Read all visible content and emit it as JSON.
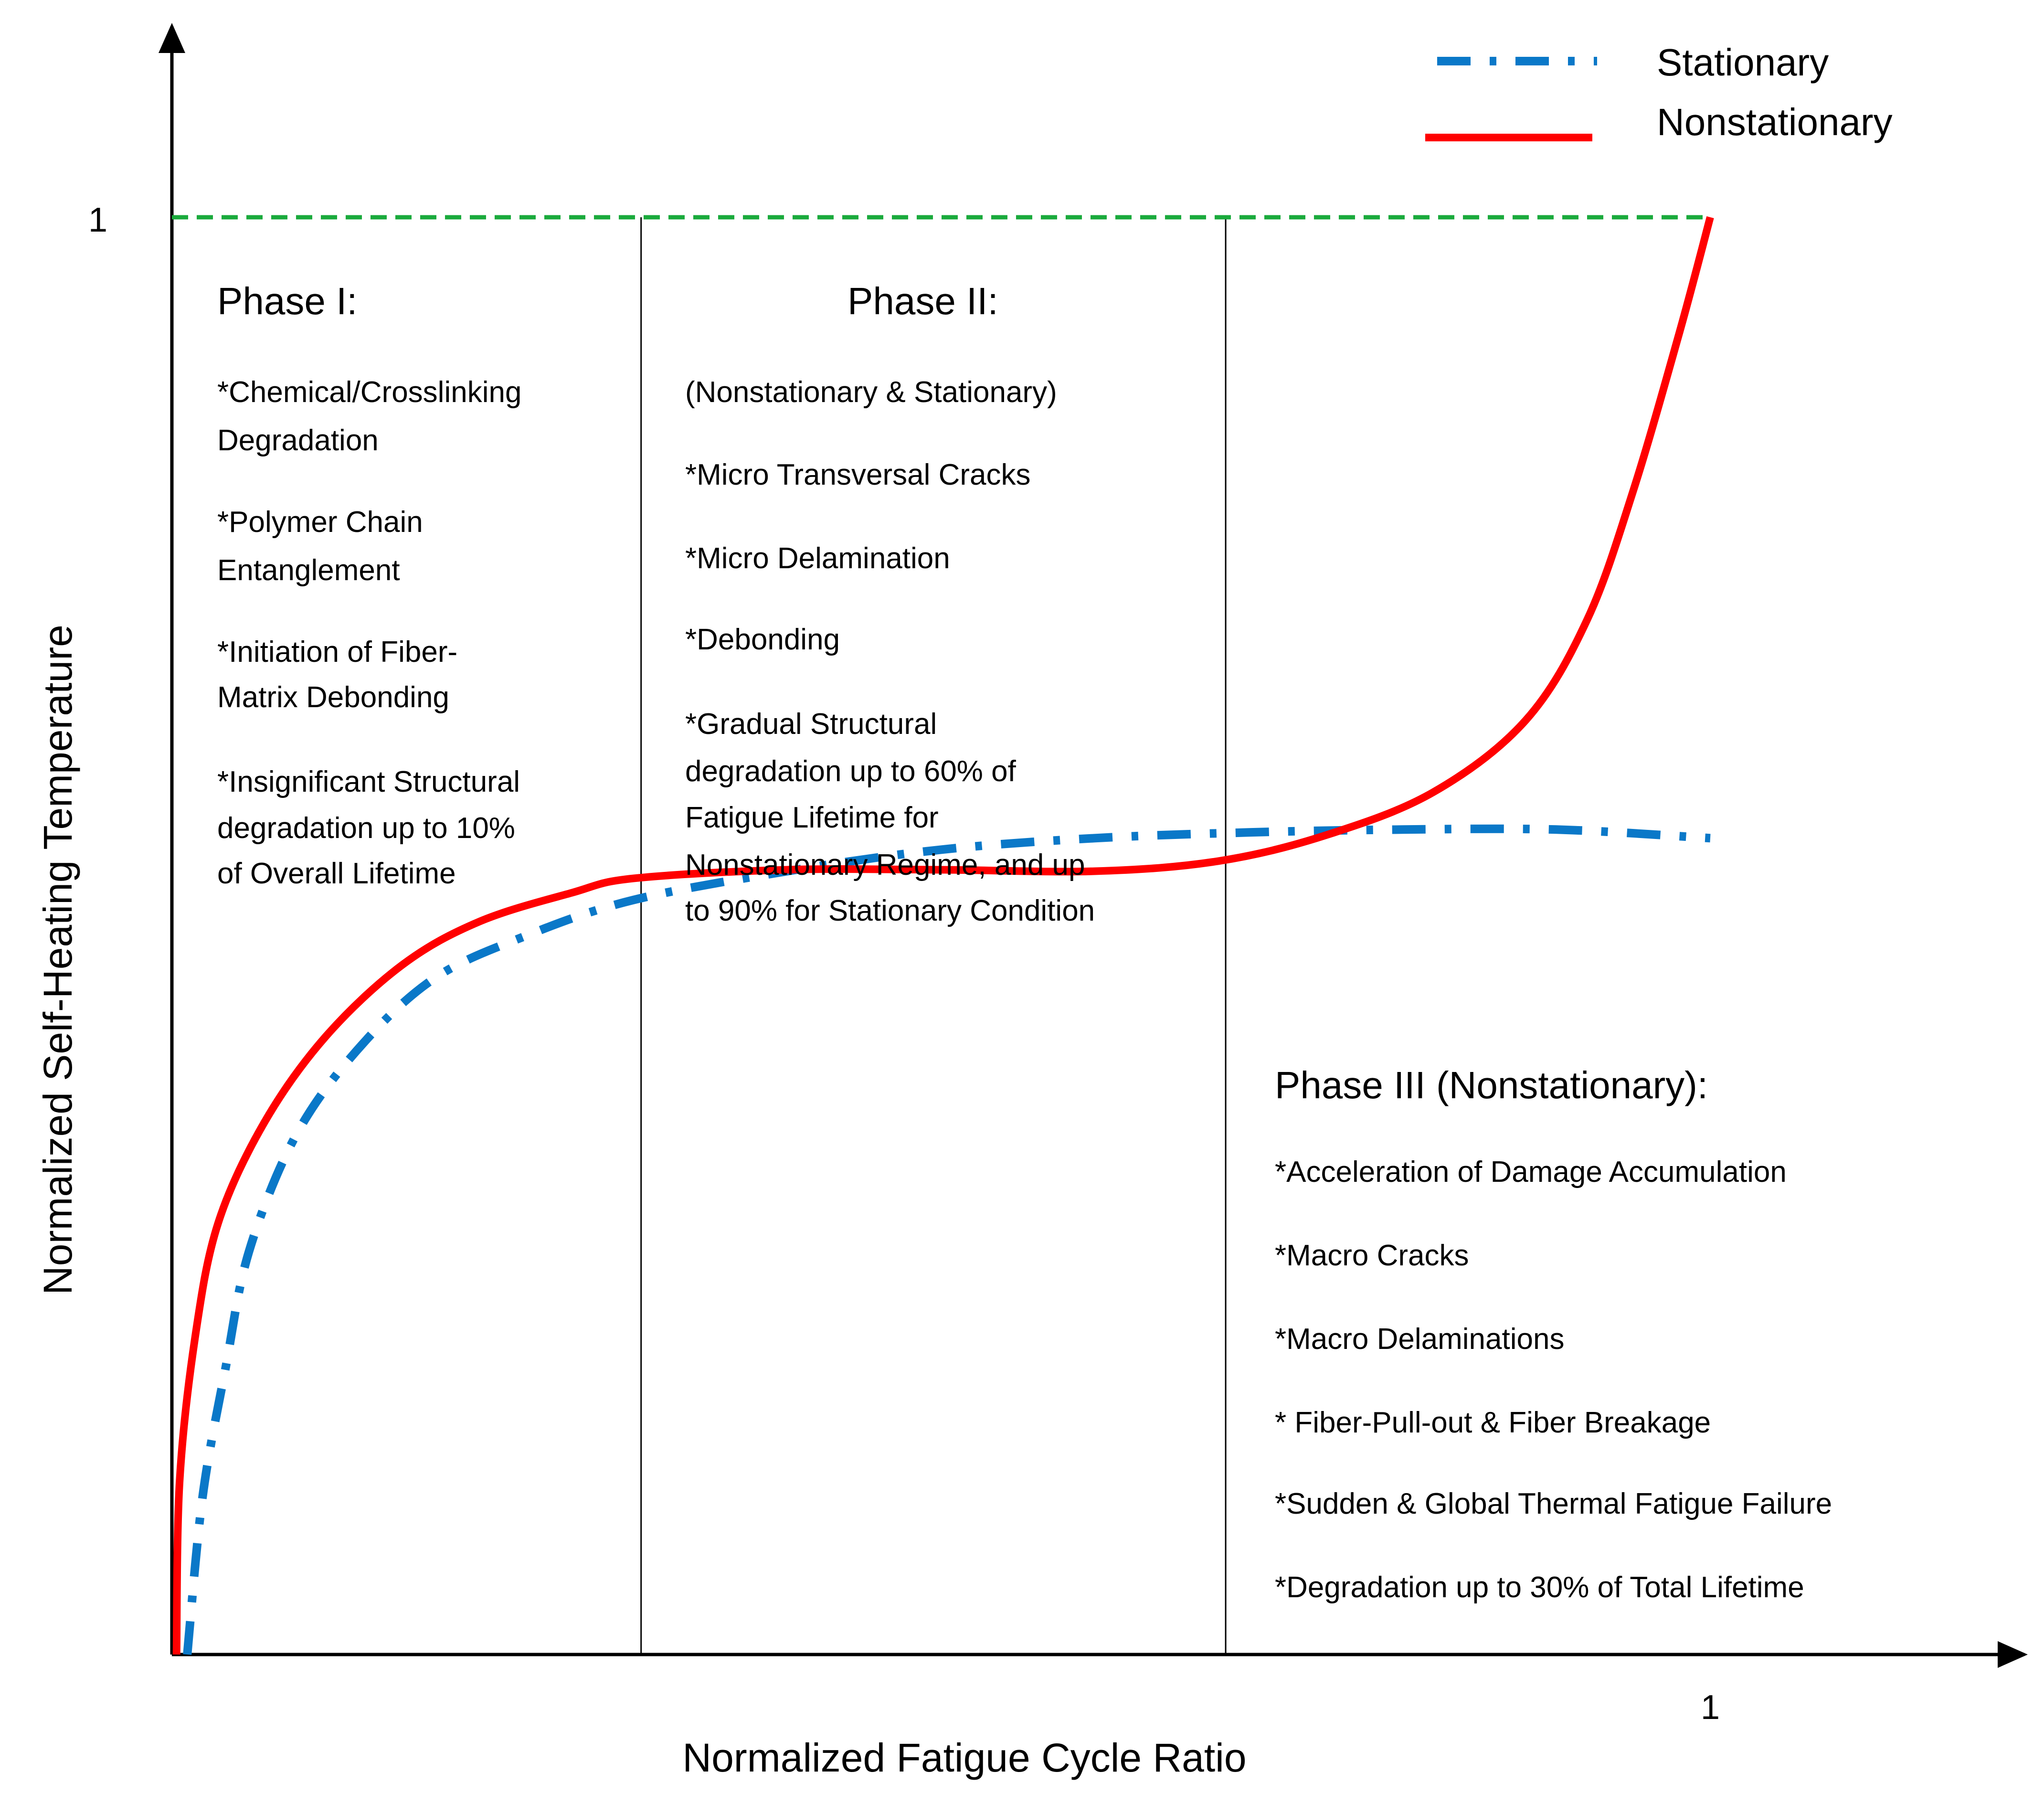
{
  "chart_data": {
    "type": "line",
    "xlabel": "Normalized Fatigue Cycle Ratio",
    "ylabel": "Normalized Self-Heating Temperature",
    "xlim": [
      0,
      1.21
    ],
    "ylim": [
      0,
      1.13
    ],
    "x_ticks": [
      1
    ],
    "x_tick_labels": [
      "1"
    ],
    "y_ticks": [
      1
    ],
    "y_tick_labels": [
      "1"
    ],
    "grid": false,
    "legend_position": "top-right",
    "reference_line": {
      "y": 1,
      "x_range": [
        0,
        1
      ],
      "style": "dashed",
      "color": "#1aaa3c"
    },
    "phase_boundaries": [
      0.305,
      0.685
    ],
    "series": [
      {
        "name": "Stationary",
        "style": "dash-dot",
        "color": "#0a78c8",
        "points": [
          [
            0.01,
            0.0
          ],
          [
            0.02,
            0.11
          ],
          [
            0.035,
            0.2
          ],
          [
            0.05,
            0.28
          ],
          [
            0.08,
            0.36
          ],
          [
            0.12,
            0.42
          ],
          [
            0.17,
            0.47
          ],
          [
            0.23,
            0.5
          ],
          [
            0.3,
            0.525
          ],
          [
            0.4,
            0.545
          ],
          [
            0.5,
            0.56
          ],
          [
            0.6,
            0.568
          ],
          [
            0.7,
            0.572
          ],
          [
            0.8,
            0.574
          ],
          [
            0.9,
            0.574
          ],
          [
            1.0,
            0.568
          ]
        ]
      },
      {
        "name": "Nonstationary",
        "style": "solid",
        "color": "#ff0000",
        "points": [
          [
            0.003,
            0.0
          ],
          [
            0.005,
            0.12
          ],
          [
            0.015,
            0.22
          ],
          [
            0.03,
            0.3
          ],
          [
            0.06,
            0.37
          ],
          [
            0.1,
            0.43
          ],
          [
            0.15,
            0.48
          ],
          [
            0.2,
            0.51
          ],
          [
            0.26,
            0.53
          ],
          [
            0.3,
            0.54
          ],
          [
            0.4,
            0.546
          ],
          [
            0.5,
            0.546
          ],
          [
            0.6,
            0.545
          ],
          [
            0.68,
            0.552
          ],
          [
            0.75,
            0.57
          ],
          [
            0.82,
            0.6
          ],
          [
            0.88,
            0.65
          ],
          [
            0.92,
            0.72
          ],
          [
            0.95,
            0.81
          ],
          [
            0.98,
            0.92
          ],
          [
            1.0,
            1.0
          ]
        ]
      }
    ],
    "phases": [
      {
        "title": "Phase I:",
        "items": [
          "*Chemical/Crosslinking",
          "Degradation",
          "*Polymer Chain",
          "Entanglement",
          "*Initiation of Fiber-",
          "Matrix Debonding",
          "*Insignificant Structural",
          "degradation up to 10%",
          "of Overall Lifetime"
        ]
      },
      {
        "title": "Phase II:",
        "items": [
          "(Nonstationary & Stationary)",
          "*Micro Transversal Cracks",
          "*Micro Delamination",
          "*Debonding",
          "*Gradual Structural",
          "degradation up to 60% of",
          "Fatigue Lifetime for",
          "Nonstationary Regime, and up",
          "to 90% for Stationary Condition"
        ]
      },
      {
        "title": "Phase III (Nonstationary):",
        "items": [
          "*Acceleration of Damage Accumulation",
          "*Macro Cracks",
          "*Macro Delaminations",
          "* Fiber-Pull-out & Fiber Breakage",
          "*Sudden & Global Thermal Fatigue Failure",
          "*Degradation up to 30% of Total Lifetime"
        ]
      }
    ]
  }
}
